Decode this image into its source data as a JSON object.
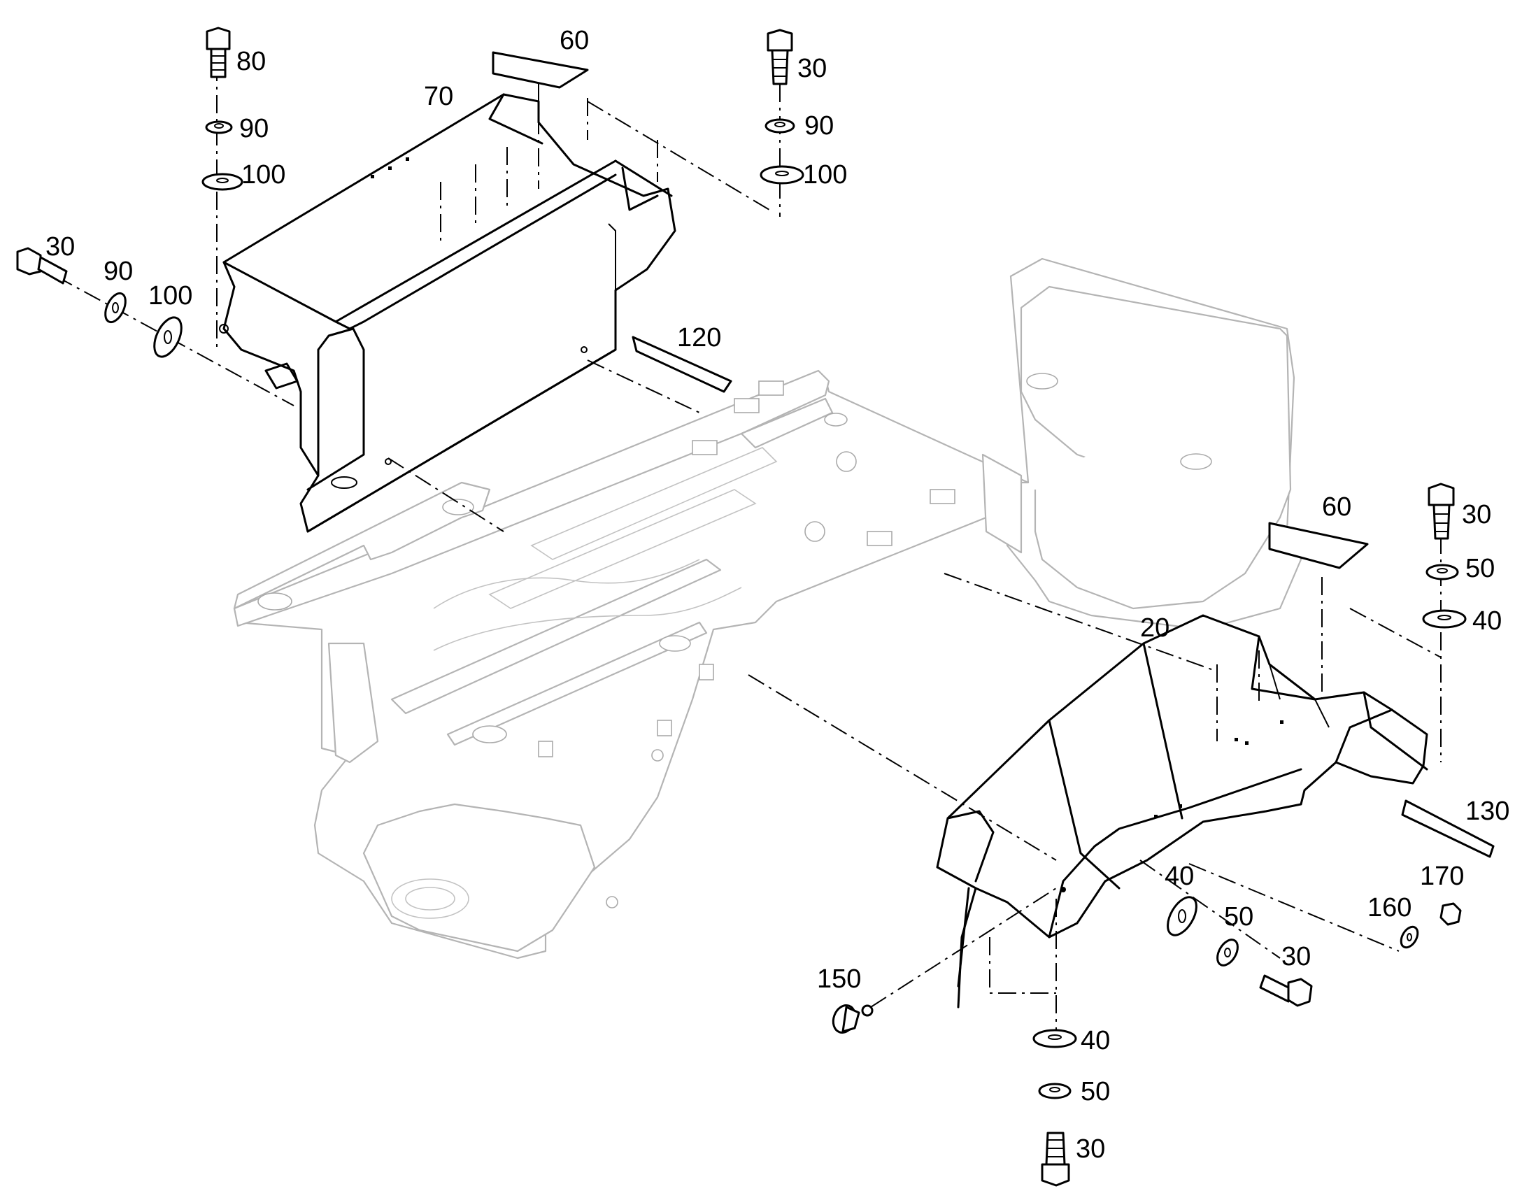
{
  "callouts": {
    "c80": "80",
    "c90_top": "90",
    "c100_top": "100",
    "c60_top": "60",
    "c70": "70",
    "c30_top_right": "30",
    "c90_top_right": "90",
    "c100_top_right": "100",
    "c30_left": "30",
    "c90_left": "90",
    "c100_left": "100",
    "c120": "120",
    "c60_right": "60",
    "c30_right": "30",
    "c50_right": "50",
    "c40_right": "40",
    "c20": "20",
    "c130": "130",
    "c40_mid": "40",
    "c50_mid": "50",
    "c30_mid": "30",
    "c160": "160",
    "c170": "170",
    "c150": "150",
    "c40_bottom": "40",
    "c50_bottom": "50",
    "c30_bottom": "30"
  },
  "colors": {
    "line": "#000000",
    "frame_line": "#b4b4b4",
    "background": "#ffffff"
  }
}
